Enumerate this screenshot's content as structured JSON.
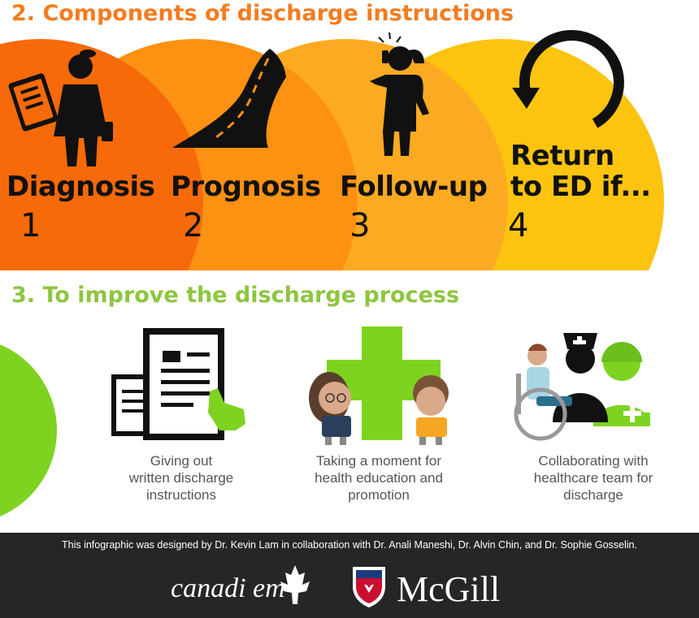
{
  "section2": {
    "title": "2. Components of discharge instructions",
    "steps": [
      {
        "label": "Diagnosis",
        "number": "1",
        "icon": "doctor-with-clipboard-icon"
      },
      {
        "label": "Prognosis",
        "number": "2",
        "icon": "winding-road-icon"
      },
      {
        "label": "Follow-up",
        "number": "3",
        "icon": "woman-on-phone-icon"
      },
      {
        "label_line1": "Return",
        "label_line2": "to ED if...",
        "number": "4",
        "icon": "return-arrow-icon"
      }
    ],
    "colors": [
      "#f76a09",
      "#fd9112",
      "#fcaa22",
      "#fcc40f"
    ]
  },
  "section3": {
    "title": "3. To improve the discharge process",
    "items": [
      {
        "caption_lines": [
          "Giving out",
          "written discharge",
          "instructions"
        ],
        "icon": "document-hand-icon"
      },
      {
        "caption_lines": [
          "Taking a moment for",
          "health education and",
          "promotion"
        ],
        "icon": "health-education-icon"
      },
      {
        "caption_lines": [
          "Collaborating with",
          "healthcare team for",
          "discharge"
        ],
        "icon": "healthcare-team-icon"
      }
    ],
    "accent": "#7ed321"
  },
  "footer": {
    "credit": "This infographic was designed by Dr. Kevin Lam in collaboration with Dr. Anali Maneshi, Dr. Alvin Chin, and Dr. Sophie Gosselin.",
    "logo_left": "canadi em",
    "logo_right": "McGill"
  }
}
